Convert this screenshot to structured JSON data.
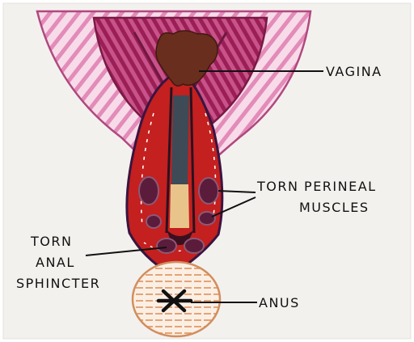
{
  "labels": {
    "vagina": "VAGINA",
    "perineal_line1": "TORN PERINEAL",
    "perineal_line2": "MUSCLES",
    "sphincter_line1": "TORN",
    "sphincter_line2": "ANAL",
    "sphincter_line3": "SPHINCTER",
    "anus": "ANUS"
  },
  "colors": {
    "paper": "#f3f1ee",
    "pelvic_floor_light": "#e9a6c8",
    "pelvic_floor_dark": "#a2245a",
    "vagina": "#6a2e1e",
    "perineum": "#c3201f",
    "muscle": "#5a1c3a",
    "vaginal_wall": "#3f4a57",
    "fat": "#e9c48a",
    "anus_ring": "#e2a373",
    "anus_mark": "#111111"
  }
}
